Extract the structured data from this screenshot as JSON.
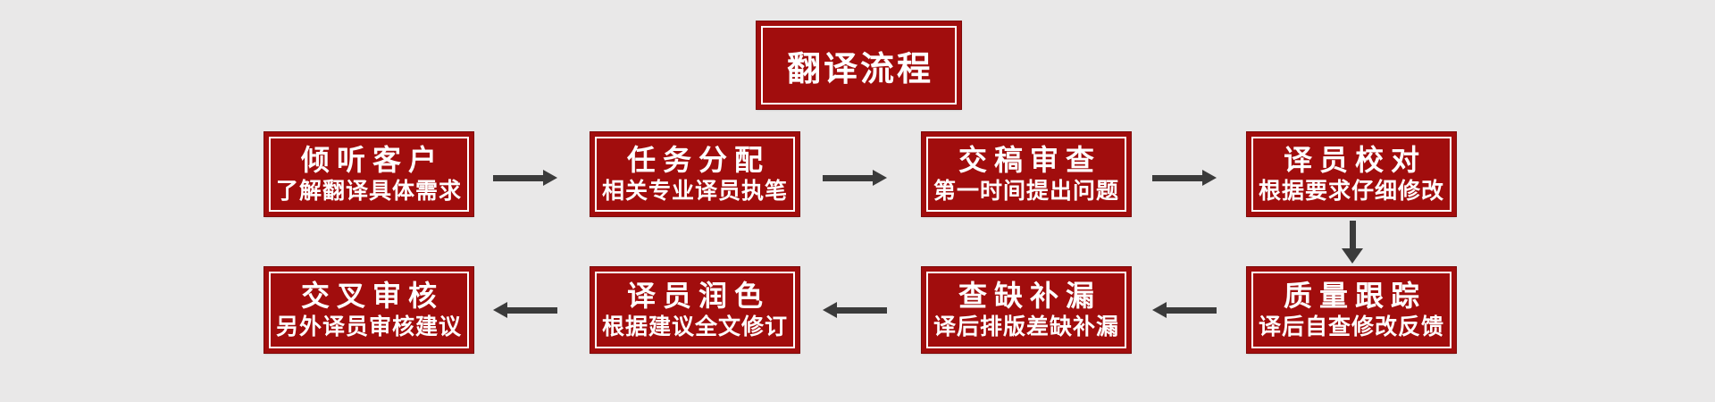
{
  "page": {
    "background": "#e9e8e8"
  },
  "colors": {
    "page_bg": "#e9e8e8",
    "box_red": "#a10d0d",
    "box_outline": "#7e0808",
    "inner_border": "#ffffff",
    "arrow": "#3b3b3b",
    "text": "#ffffff"
  },
  "title": {
    "label": "翻译流程"
  },
  "flow": {
    "steps": [
      {
        "title": "倾听客户",
        "subtitle": "了解翻译具体需求"
      },
      {
        "title": "任务分配",
        "subtitle": "相关专业译员执笔"
      },
      {
        "title": "交稿审查",
        "subtitle": "第一时间提出问题"
      },
      {
        "title": "译员校对",
        "subtitle": "根据要求仔细修改"
      },
      {
        "title": "质量跟踪",
        "subtitle": "译后自查修改反馈"
      },
      {
        "title": "查缺补漏",
        "subtitle": "译后排版差缺补漏"
      },
      {
        "title": "译员润色",
        "subtitle": "根据建议全文修订"
      },
      {
        "title": "交叉审核",
        "subtitle": "另外译员审核建议"
      }
    ]
  }
}
